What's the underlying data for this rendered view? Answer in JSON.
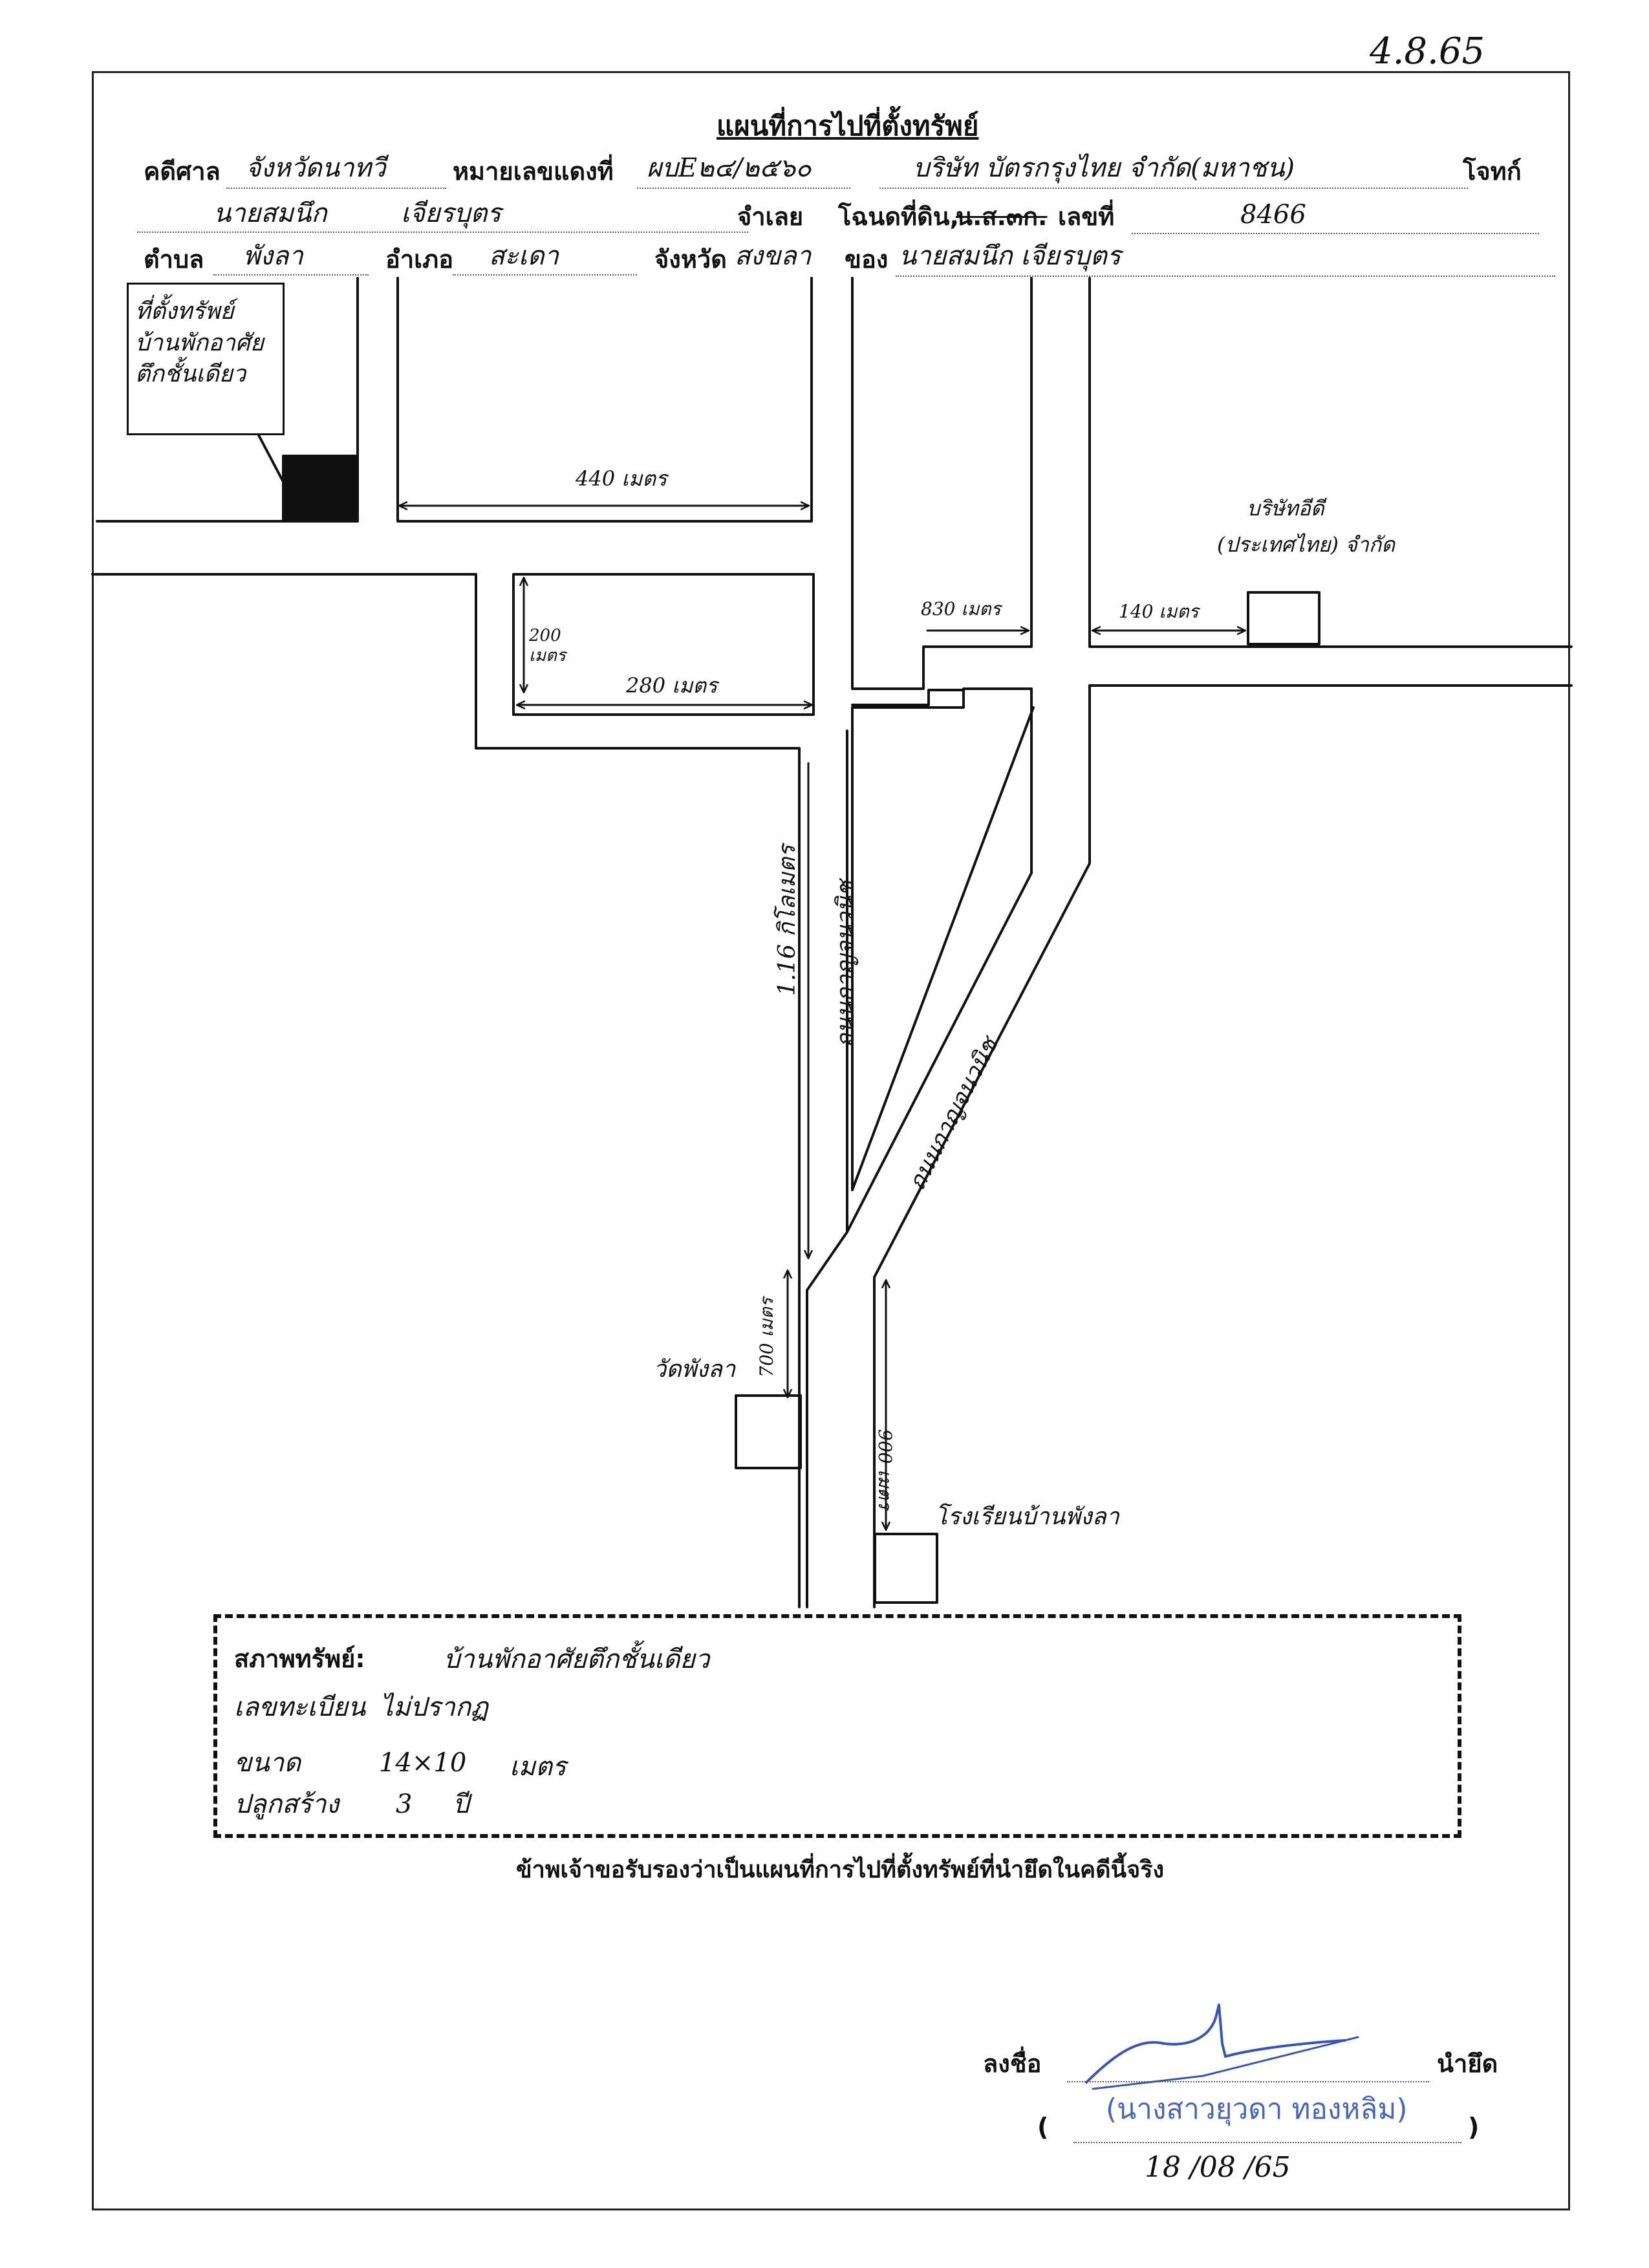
{
  "doc_date": "4.8.65",
  "title": "แผนที่การไปที่ตั้งทรัพย์",
  "header": {
    "court_label": "คดีศาล",
    "court_value": "จังหวัดนาทวี",
    "case_label": "หมายเลขแดงที่",
    "case_value": "ผบE๒๔/๒๕๖๐",
    "plaintiff_value": "บริษัท บัตรกรุงไทย จำกัด(มหาชน)",
    "plaintiff_label": "โจทก์",
    "defendant_value_first": "นายสมนึก",
    "defendant_value_last": "เจียรบุตร",
    "defendant_label": "จำเลย",
    "deed_label": "โฉนดที่ดิน,",
    "deed_struck": "น.ส.๓ก.",
    "deed_no_label": "เลขที่",
    "deed_no_value": "8466",
    "subdistrict_label": "ตำบล",
    "subdistrict_value": "พังลา",
    "district_label": "อำเภอ",
    "district_value": "สะเดา",
    "province_label": "จังหวัด",
    "province_value": "สงขลา",
    "owner_label": "ของ",
    "owner_value": "นายสมนึก เจียรบุตร"
  },
  "map": {
    "callout_lines": [
      "ที่ตั้งทรัพย์",
      "บ้านพักอาศัย",
      "ตึกชั้นเดียว"
    ],
    "dist_440": "440 เมตร",
    "dist_200": "200 เมตร",
    "dist_280": "280 เมตร",
    "dist_830": "830 เมตร",
    "dist_140": "140 เมตร",
    "company_line1": "บริษัทอีดี",
    "company_line2": "(ประเทศไทย) จำกัด",
    "road1": "ถนนกาญจนวนิช",
    "road2": "ถนนกาญจนวนิช",
    "dist_116": "1.16 กิโลเมตร",
    "dist_700": "700 เมตร",
    "temple": "วัดพังลา",
    "dist_900": "900 เมตร",
    "school": "โรงเรียนบ้านพังลา"
  },
  "condition": {
    "label": "สภาพทรัพย์:",
    "value": "บ้านพักอาศัยตึกชั้นเดียว",
    "reg_label": "เลขทะเบียน",
    "reg_value": "ไม่ปรากฏ",
    "size_label": "ขนาด",
    "size_value": "14×10",
    "size_unit": "เมตร",
    "age_label": "ปลูกสร้าง",
    "age_value": "3",
    "age_unit": "ปี"
  },
  "certification": "ข้าพเจ้าขอรับรองว่าเป็นแผนที่การไปที่ตั้งทรัพย์ที่นำยึดในคดีนี้จริง",
  "signature": {
    "sign_label": "ลงชื่อ",
    "role": "นำยึด",
    "open_paren": "(",
    "name": "(นางสาวยุวดา ทองหลิม)",
    "close_paren": ")",
    "date": "18 /08 /65"
  },
  "colors": {
    "ink": "#111111",
    "signature_blue": "#4a64b8"
  }
}
